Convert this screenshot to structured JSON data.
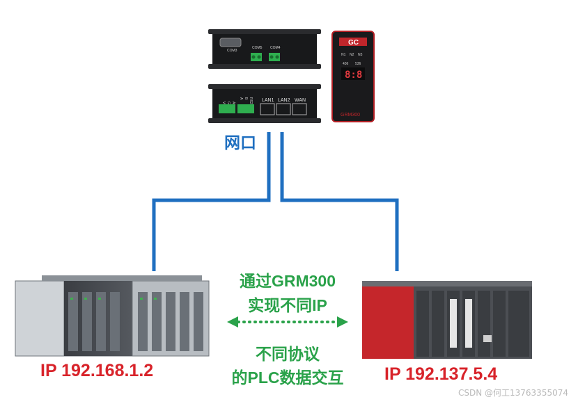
{
  "gateway": {
    "port_labels": [
      "COM3",
      "COM5",
      "COM4",
      "LAN1",
      "LAN2",
      "WAN"
    ],
    "power_labels": [
      "VCC",
      "GND",
      "AUX",
      "A",
      "B",
      "RS2"
    ],
    "module_logo": "GC",
    "module_display": "8:8",
    "module_model": "GRM300",
    "module_indicators": [
      "N1",
      "N2",
      "N3",
      "436",
      "536"
    ]
  },
  "network_label": "网口",
  "caption": {
    "line1": "通过GRM300",
    "line2": "实现不同IP",
    "line3": "不同协议",
    "line4": "的PLC数据交互"
  },
  "left_plc": {
    "ip": "IP 192.168.1.2"
  },
  "right_plc": {
    "ip": "IP 192.137.5.4"
  },
  "watermark": "CSDN @何工13763355074",
  "colors": {
    "wire": "#1f6fc0",
    "caption": "#2aa24a",
    "ip": "#d8232a",
    "arrow": "#2aa24a"
  }
}
